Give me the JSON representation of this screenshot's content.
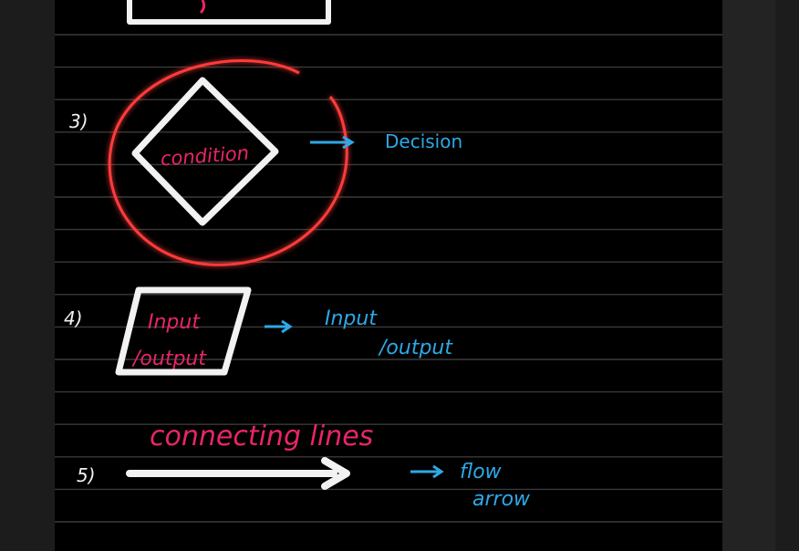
{
  "colors": {
    "background": "#000000",
    "side_panel": "#1c1c1c",
    "ruled_line": "#3a3a3a",
    "chalk_white": "#f2f2f2",
    "pink": "#e8256a",
    "blue": "#2ea8e6",
    "highlight_red": "#ff3b3b"
  },
  "items": [
    {
      "number": "3)",
      "shape_label": "condition",
      "description": "Decision",
      "description_line2": ""
    },
    {
      "number": "4)",
      "shape_label": "Input",
      "shape_label_line2": "/output",
      "description": "Input",
      "description_line2": "/output"
    },
    {
      "number": "5)",
      "heading": "connecting lines",
      "description": "flow",
      "description_line2": "arrow"
    }
  ]
}
